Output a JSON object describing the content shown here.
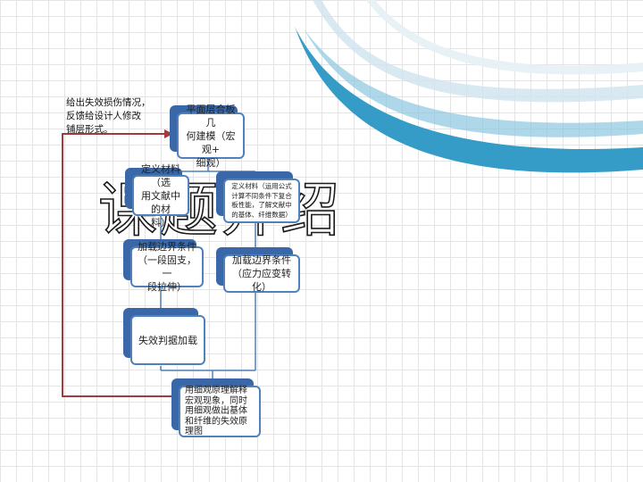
{
  "title": "课题介绍",
  "feedback_note": "给出失效损伤情况，\n反馈给设计人修改\n铺层形式。",
  "flow": {
    "geometry_modeling": "平面层合板几\n何建模（宏观+\n细观）",
    "define_material_left": "定义材料（选\n用文献中的材\n料）",
    "define_material_right": "定义材料（运用公式\n计算不同条件下复合\n板性能，了解文献中\n的基体、纤维数据）",
    "boundary_left": "加载边界条件\n（一段固支，一\n段拉伸）",
    "boundary_right": "加载边界条件\n（应力应变转化）",
    "failure_criteria": "失效判据加载",
    "explain": "用细观原理解释\n宏观现象，同时\n用细观做出基体\n和纤维的失效原\n理图"
  },
  "colors": {
    "box_border": "#4f81bd",
    "box_shadow": "#3a67a8",
    "feedback_arrow": "#a23b3b",
    "swoosh": "#2a97c4"
  }
}
